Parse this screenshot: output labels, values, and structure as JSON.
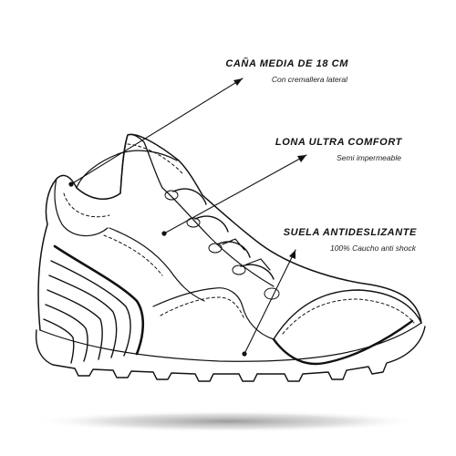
{
  "callouts": [
    {
      "title": "CAÑA MEDIA DE 18 CM",
      "subtitle": "Con cremallera lateral"
    },
    {
      "title": "LONA ULTRA COMFORT",
      "subtitle": "Semi impermeable"
    },
    {
      "title": "SUELA ANTIDESLIZANTE",
      "subtitle": "100% Caucho anti shock"
    }
  ],
  "colors": {
    "line": "#111111",
    "background": "#ffffff",
    "shadow": "#9a9a9a"
  }
}
